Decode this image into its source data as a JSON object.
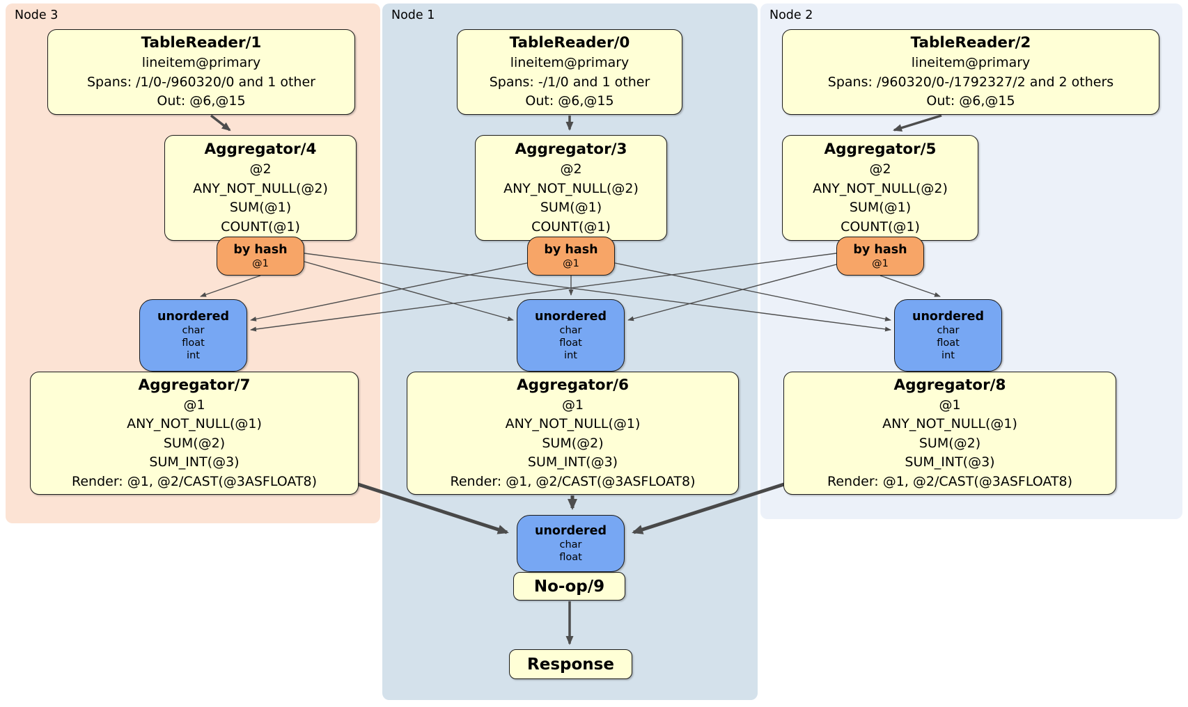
{
  "colors": {
    "panel_node3": "#fce3d4",
    "panel_node1": "#d4e1eb",
    "panel_node2": "#ecf1f9",
    "processor_fill": "#ffffd6",
    "router_hash_fill": "#f7a567",
    "router_stream_fill": "#77a7f3",
    "border": "#1a1a1a",
    "edge": "#4d4d4d",
    "text": "#000000"
  },
  "panels": {
    "node3": {
      "label": "Node 3"
    },
    "node1": {
      "label": "Node 1"
    },
    "node2": {
      "label": "Node 2"
    }
  },
  "processors": {
    "tr1": {
      "title": "TableReader/1",
      "lines": [
        "lineitem@primary",
        "Spans: /1/0-/960320/0 and 1 other",
        "Out: @6,@15"
      ]
    },
    "tr0": {
      "title": "TableReader/0",
      "lines": [
        "lineitem@primary",
        "Spans: -/1/0 and 1 other",
        "Out: @6,@15"
      ]
    },
    "tr2": {
      "title": "TableReader/2",
      "lines": [
        "lineitem@primary",
        "Spans: /960320/0-/1792327/2 and 2 others",
        "Out: @6,@15"
      ]
    },
    "agg4": {
      "title": "Aggregator/4",
      "lines": [
        "@2",
        "ANY_NOT_NULL(@2)",
        "SUM(@1)",
        "COUNT(@1)"
      ]
    },
    "agg3": {
      "title": "Aggregator/3",
      "lines": [
        "@2",
        "ANY_NOT_NULL(@2)",
        "SUM(@1)",
        "COUNT(@1)"
      ]
    },
    "agg5": {
      "title": "Aggregator/5",
      "lines": [
        "@2",
        "ANY_NOT_NULL(@2)",
        "SUM(@1)",
        "COUNT(@1)"
      ]
    },
    "agg7": {
      "title": "Aggregator/7",
      "lines": [
        "@1",
        "ANY_NOT_NULL(@1)",
        "SUM(@2)",
        "SUM_INT(@3)",
        "Render: @1, @2/CAST(@3ASFLOAT8)"
      ]
    },
    "agg6": {
      "title": "Aggregator/6",
      "lines": [
        "@1",
        "ANY_NOT_NULL(@1)",
        "SUM(@2)",
        "SUM_INT(@3)",
        "Render: @1, @2/CAST(@3ASFLOAT8)"
      ]
    },
    "agg8": {
      "title": "Aggregator/8",
      "lines": [
        "@1",
        "ANY_NOT_NULL(@1)",
        "SUM(@2)",
        "SUM_INT(@3)",
        "Render: @1, @2/CAST(@3ASFLOAT8)"
      ]
    },
    "noop": {
      "title": "No-op/9"
    },
    "response": {
      "title": "Response"
    }
  },
  "routers": {
    "hash_node3": {
      "title": "by hash",
      "lines": [
        "@1"
      ]
    },
    "hash_node1": {
      "title": "by hash",
      "lines": [
        "@1"
      ]
    },
    "hash_node2": {
      "title": "by hash",
      "lines": [
        "@1"
      ]
    },
    "unordered_node3": {
      "title": "unordered",
      "lines": [
        "char",
        "float",
        "int"
      ]
    },
    "unordered_node1": {
      "title": "unordered",
      "lines": [
        "char",
        "float",
        "int"
      ]
    },
    "unordered_node2": {
      "title": "unordered",
      "lines": [
        "char",
        "float",
        "int"
      ]
    },
    "unordered_final": {
      "title": "unordered",
      "lines": [
        "char",
        "float"
      ]
    }
  }
}
